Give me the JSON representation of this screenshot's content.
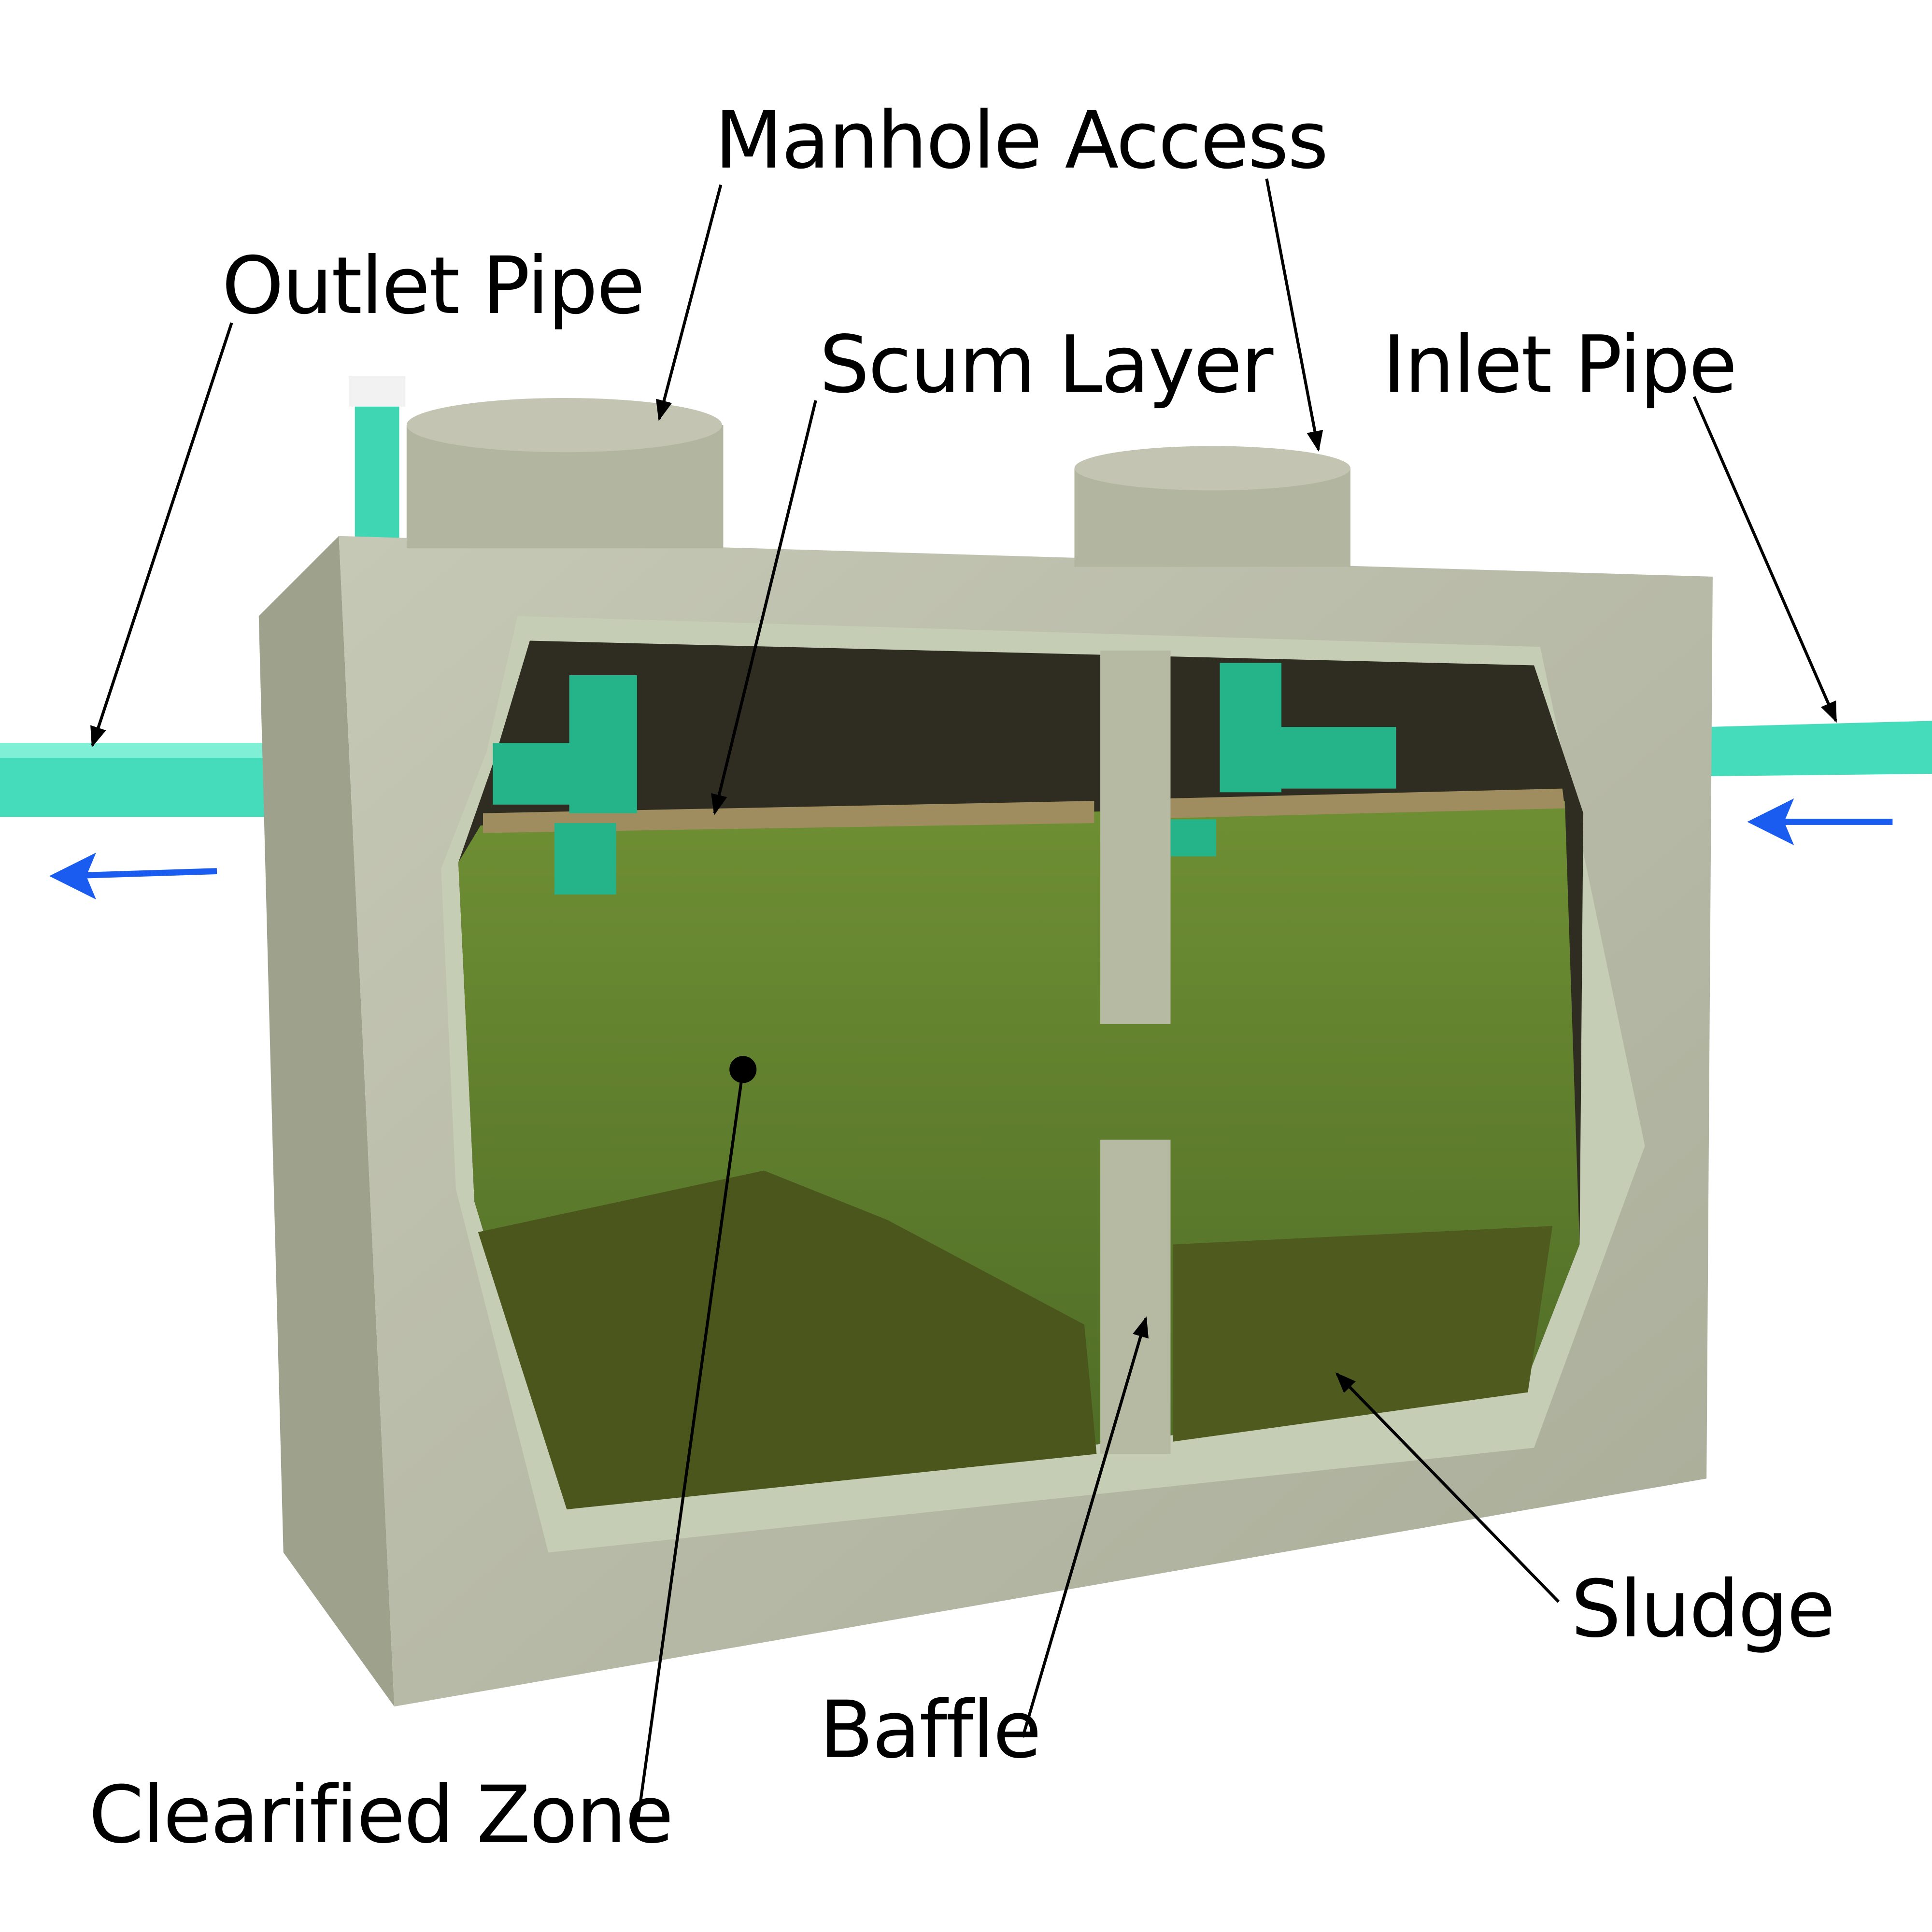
{
  "labels": {
    "manhole_access": "Manhole Access",
    "outlet_pipe": "Outlet Pipe",
    "scum_layer": "Scum Layer",
    "inlet_pipe": "Inlet Pipe",
    "sludge": "Sludge",
    "baffle": "Baffle",
    "clearified_zone": "Clearified Zone"
  },
  "colors": {
    "concrete": "#b9bca8",
    "pipe": "#3fd6b4",
    "fitting": "#25b489",
    "liquid": "#5b7a2c",
    "sludge": "#4a561c",
    "scum": "#9c8a5c",
    "flow_arrow": "#1a5cf0"
  },
  "icons": {
    "flow_left": "arrow-left",
    "flow_right": "arrow-left"
  }
}
